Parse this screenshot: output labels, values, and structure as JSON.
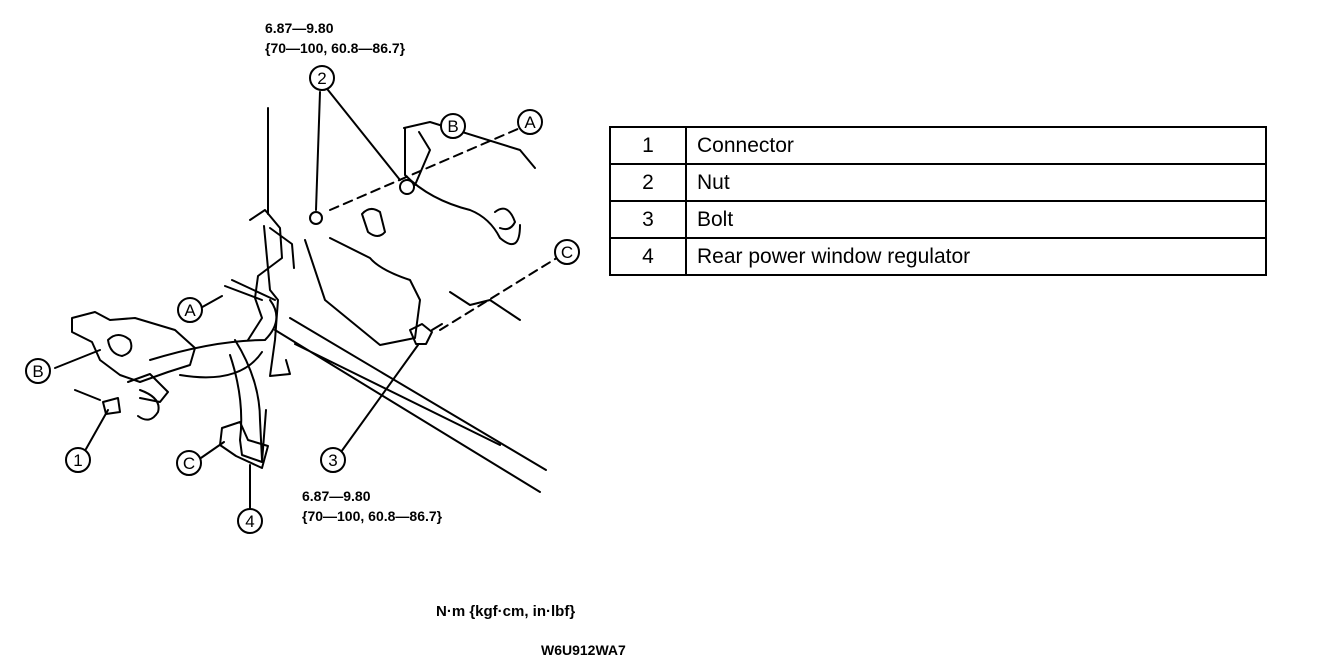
{
  "torque_spec": {
    "top": {
      "line1": "6.87—9.80",
      "line2": "{70—100, 60.8—86.7}"
    },
    "bottom": {
      "line1": "6.87—9.80",
      "line2": "{70—100, 60.8—86.7}"
    }
  },
  "callouts": {
    "num1": "1",
    "num2": "2",
    "num3": "3",
    "num4": "4",
    "A_left": "A",
    "A_right": "A",
    "B_left": "B",
    "B_right": "B",
    "C_left": "C",
    "C_right": "C"
  },
  "parts": [
    {
      "num": "1",
      "name": "Connector"
    },
    {
      "num": "2",
      "name": "Nut"
    },
    {
      "num": "3",
      "name": "Bolt"
    },
    {
      "num": "4",
      "name": "Rear power window regulator"
    }
  ],
  "units": "N·m {kgf·cm, in·lbf}",
  "figure_code": "W6U912WA7"
}
